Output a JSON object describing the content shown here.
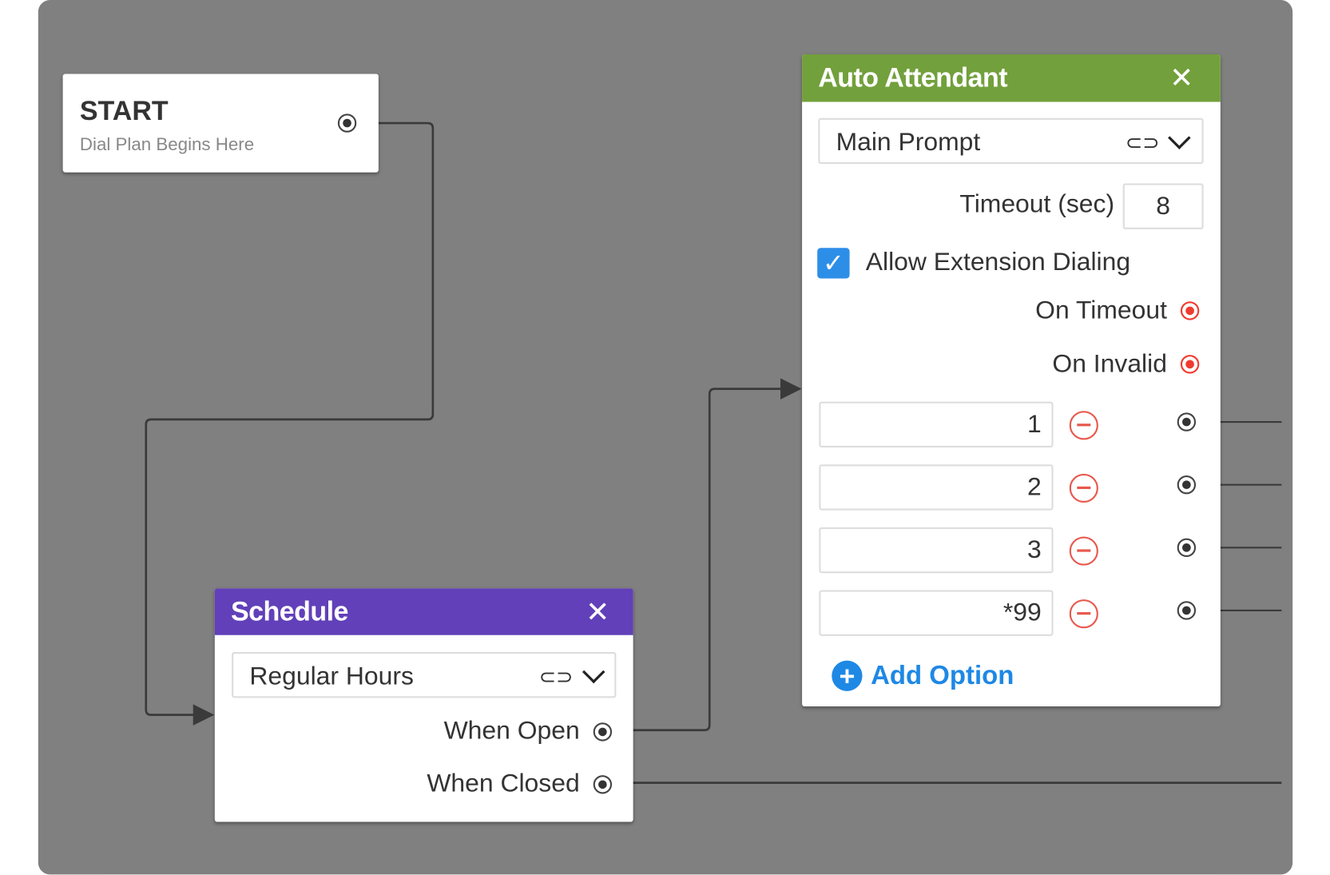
{
  "start": {
    "title": "START",
    "subtitle": "Dial Plan Begins Here"
  },
  "schedule": {
    "title": "Schedule",
    "close": "✕",
    "select_value": "Regular Hours",
    "outputs": [
      "When Open",
      "When Closed"
    ],
    "header_color": "#6140b9"
  },
  "auto_attendant": {
    "title": "Auto Attendant",
    "close": "✕",
    "prompt_value": "Main Prompt",
    "timeout_label": "Timeout (sec)",
    "timeout_value": "8",
    "allow_extension_label": "Allow Extension Dialing",
    "allow_extension_checked": true,
    "on_timeout": "On Timeout",
    "on_invalid": "On Invalid",
    "options": [
      "1",
      "2",
      "3",
      "*99"
    ],
    "add_option": "Add Option",
    "header_color": "#72a03c",
    "accent_color": "#1e88e5"
  },
  "icons": {
    "link": "⊂⊃",
    "check": "✓",
    "plus": "+"
  }
}
